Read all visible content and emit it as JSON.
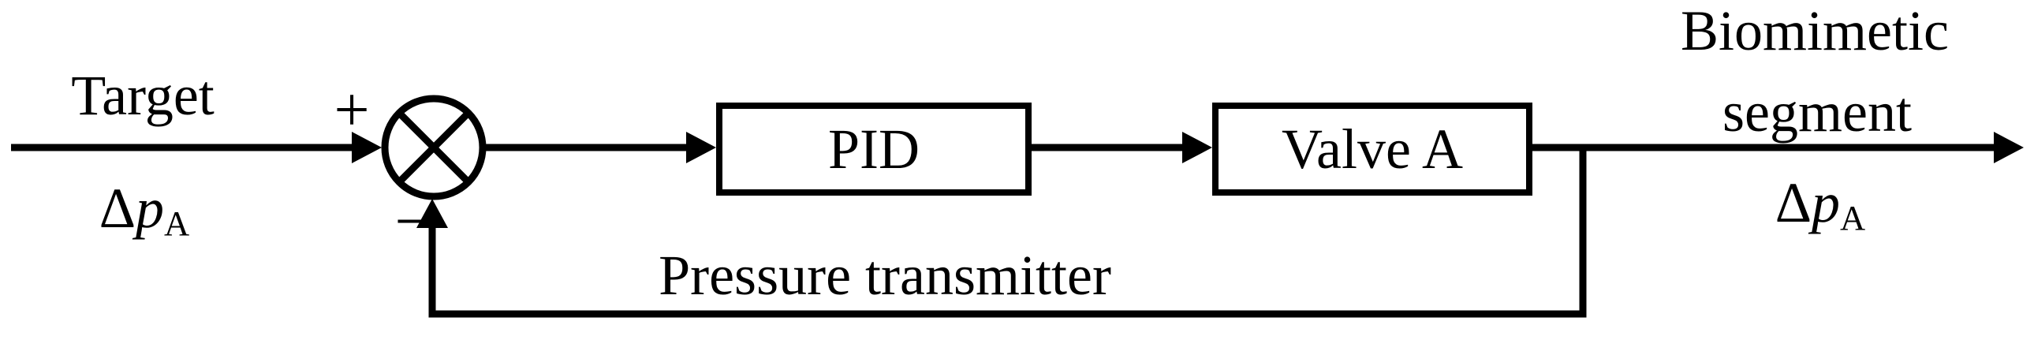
{
  "figure": {
    "type": "control-block-diagram",
    "colors": {
      "line": "#000000",
      "background": "#ffffff"
    },
    "input": {
      "title": "Target",
      "symbol": {
        "delta": "Δ",
        "variable": "p",
        "subscript": "A"
      }
    },
    "junction": {
      "plus": "+",
      "minus": "−"
    },
    "blocks": [
      {
        "label": "PID"
      },
      {
        "label": "Valve A"
      }
    ],
    "feedback": {
      "label": "Pressure transmitter"
    },
    "output": {
      "title_line1": "Biomimetic",
      "title_line2": "segment",
      "symbol": {
        "delta": "Δ",
        "variable": "p",
        "subscript": "A"
      }
    }
  }
}
